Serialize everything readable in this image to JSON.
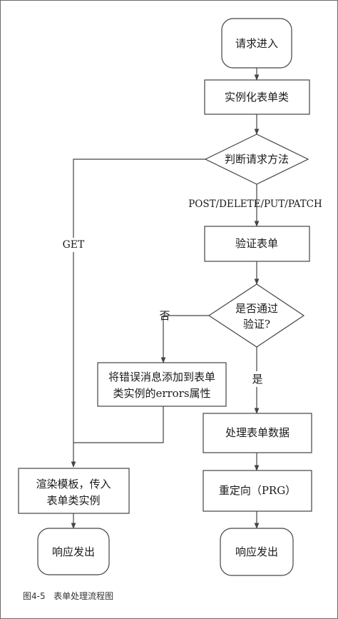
{
  "diagram": {
    "nodes": {
      "request_in": "请求进入",
      "instantiate_form": "实例化表单类",
      "check_method": "判断请求方法",
      "validate_form": "验证表单",
      "passed_line1": "是否通过",
      "passed_line2": "验证?",
      "add_errors_line1": "将错误消息添加到表单",
      "add_errors_line2": "类实例的errors属性",
      "process_form": "处理表单数据",
      "redirect": "重定向（PRG）",
      "render_line1": "渲染模板，传入",
      "render_line2": "表单类实例",
      "response_left": "响应发出",
      "response_right": "响应发出"
    },
    "edge_labels": {
      "get": "GET",
      "post": "POST/DELETE/PUT/PATCH",
      "no": "否",
      "yes": "是"
    }
  },
  "caption": {
    "figure_no": "图4-5",
    "title": "表单处理流程图"
  }
}
